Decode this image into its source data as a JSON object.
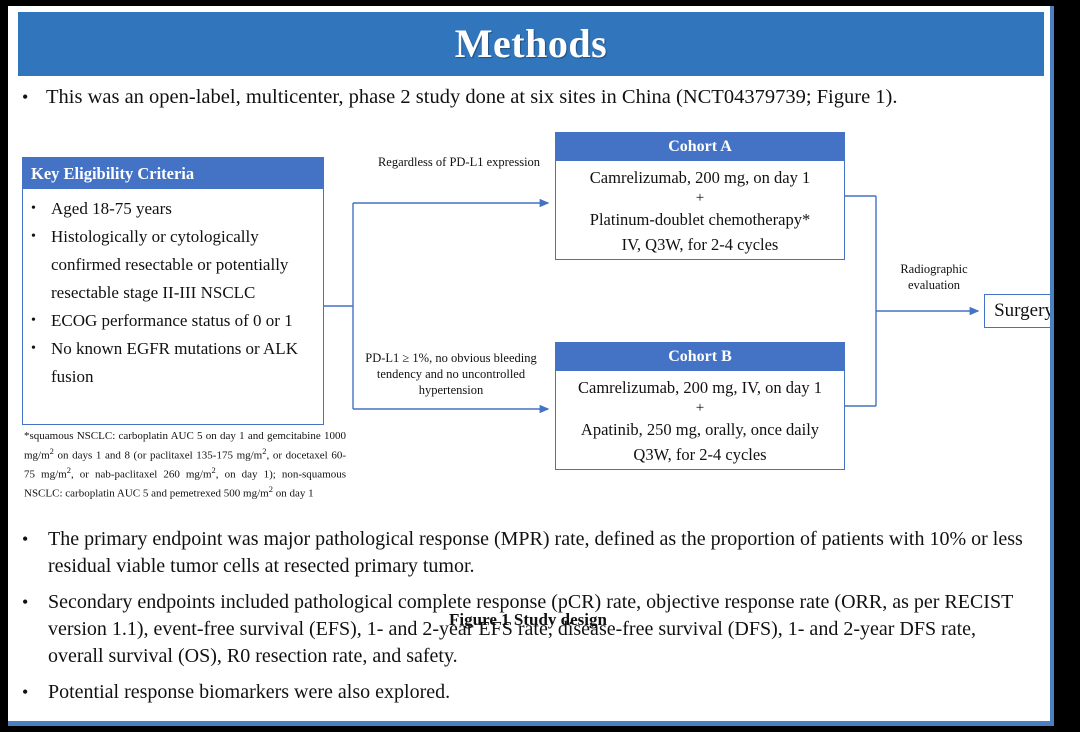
{
  "slide": {
    "title": "Methods",
    "title_bg": "#3176bd",
    "accent": "#4472c4",
    "intro_bullet": "This was an open-label, multicenter, phase 2 study done at six sites in China (NCT04379739; Figure 1).",
    "bullet_glyph": "•"
  },
  "figure": {
    "caption": "Figure 1 Study design",
    "eligibility": {
      "header": "Key  Eligibility Criteria",
      "items": [
        "Aged 18-75 years",
        "Histologically or cytologically confirmed resectable or potentially resectable stage II-III  NSCLC",
        "ECOG performance status of 0 or 1",
        "No known EGFR mutations or ALK fusion"
      ]
    },
    "footnote": "*squamous NSCLC: carboplatin AUC 5 on day 1 and gemcitabine 1000 mg/m2 on days 1 and 8 (or paclitaxel 135-175 mg/m2, or docetaxel 60-75 mg/m2, or nab-paclitaxel 260 mg/m2, on day 1); non-squamous NSCLC: carboplatin AUC 5 and pemetrexed 500 mg/m2 on day 1",
    "arm_a_label": "Regardless of PD-L1 expression",
    "arm_b_label": "PD-L1 ≥ 1%, no obvious bleeding tendency and no uncontrolled hypertension",
    "radiographic_label": "Radiographic evaluation",
    "cohort_a": {
      "header": "Cohort A",
      "line1": "Camrelizumab, 200 mg, on day 1",
      "plus": "+",
      "line2": "Platinum-doublet chemotherapy*",
      "line3": "IV, Q3W, for 2-4 cycles"
    },
    "cohort_b": {
      "header": "Cohort B",
      "line1": "Camrelizumab, 200 mg, IV, on day 1",
      "plus": "+",
      "line2": "Apatinib, 250 mg, orally, once daily",
      "line3": "Q3W, for 2-4 cycles"
    },
    "surgery": "Surgery"
  },
  "bottom_bullets": [
    "The primary endpoint was major pathological response (MPR) rate, defined as the proportion of patients with 10% or less residual viable tumor cells at resected primary tumor.",
    "Secondary endpoints included pathological complete response (pCR) rate, objective response rate (ORR, as per RECIST version 1.1), event-free survival (EFS), 1- and 2-year EFS rate, disease-free survival (DFS), 1- and 2-year DFS rate, overall survival (OS), R0 resection rate, and safety.",
    "Potential response biomarkers were also explored."
  ]
}
